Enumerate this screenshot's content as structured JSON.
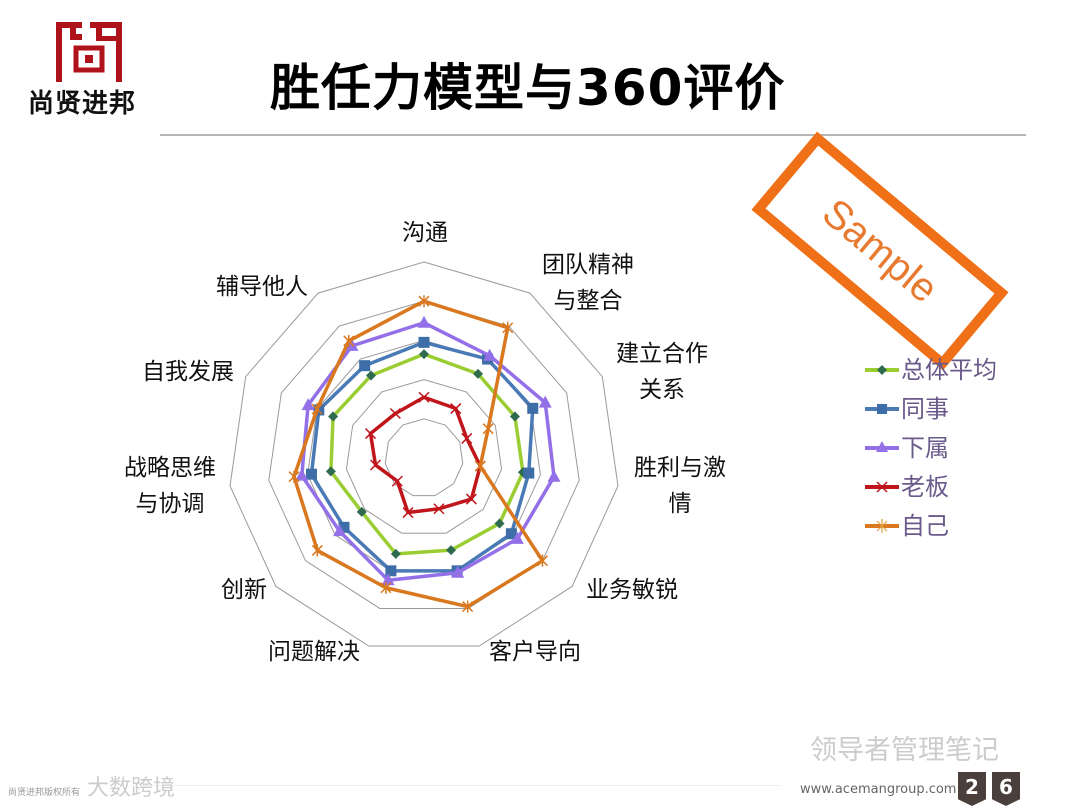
{
  "logo": {
    "text": "尚贤进邦",
    "color": "#b0121b"
  },
  "title": "胜任力模型与360评价",
  "stamp": "Sample",
  "chart_data": {
    "type": "radar",
    "categories": [
      "沟通",
      "团队精神\n与整合",
      "建立合作\n关系",
      "胜利与激\n情",
      "业务敏锐",
      "客户导向",
      "问题解决",
      "创新",
      "战略思维\n与协调",
      "自我发展",
      "辅导他人"
    ],
    "rlim": [
      0,
      5
    ],
    "grid": true,
    "legend": "right",
    "series": [
      {
        "name": "总体平均",
        "color": "#9acd32",
        "marker": "diamond",
        "markerColor": "#2e6b4f",
        "values": [
          2.65,
          2.55,
          2.55,
          2.55,
          2.55,
          2.45,
          2.55,
          2.1,
          2.4,
          2.55,
          2.5
        ]
      },
      {
        "name": "同事",
        "color": "#4a7ab5",
        "marker": "square",
        "markerColor": "#3d6ea8",
        "values": [
          2.95,
          3.0,
          3.05,
          2.7,
          2.95,
          3.0,
          3.0,
          2.7,
          2.9,
          2.95,
          2.8
        ]
      },
      {
        "name": "下属",
        "color": "#9370e8",
        "marker": "triangle",
        "markerColor": "#9370e8",
        "values": [
          3.45,
          3.1,
          3.4,
          3.35,
          3.15,
          3.05,
          3.25,
          2.85,
          3.15,
          3.25,
          3.4
        ]
      },
      {
        "name": "老板",
        "color": "#c0151b",
        "marker": "x",
        "markerColor": "#c0151b",
        "values": [
          1.55,
          1.5,
          1.2,
          1.45,
          1.6,
          1.35,
          1.45,
          0.9,
          1.25,
          1.5,
          1.35
        ]
      },
      {
        "name": "自己",
        "color": "#d9781e",
        "marker": "star",
        "markerColor": "#d9781e",
        "values": [
          4.0,
          3.95,
          1.8,
          1.45,
          4.0,
          3.95,
          3.45,
          3.6,
          3.35,
          3.0,
          3.55
        ]
      }
    ]
  },
  "footer": {
    "left_watermark": "大数跨境",
    "left_small": "尚贤进邦版权所有",
    "wechat_watermark": "领导者管理笔记",
    "url": "www.acemangroup.com",
    "page_digits": [
      "2",
      "6"
    ]
  }
}
